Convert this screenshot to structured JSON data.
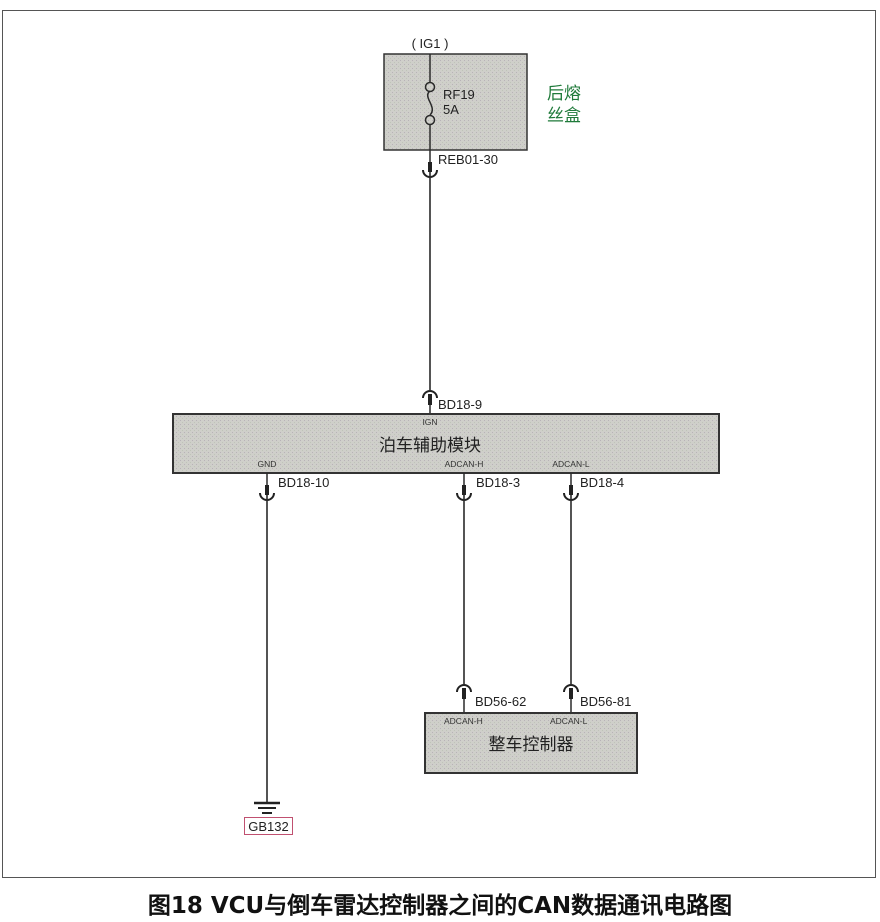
{
  "fuse_box": {
    "supply": "( IG1 )",
    "fuse_id": "RF19",
    "fuse_rating": "5A",
    "name_line1": "后熔",
    "name_line2": "丝盒",
    "output_connector": "REB01-30"
  },
  "parking_module": {
    "name": "泊车辅助模块",
    "ign_connector": "BD18-9",
    "ign_pin": "IGN",
    "gnd_pin": "GND",
    "gnd_connector": "BD18-10",
    "canh_pin": "ADCAN-H",
    "canh_connector": "BD18-3",
    "canl_pin": "ADCAN-L",
    "canl_connector": "BD18-4"
  },
  "vcu": {
    "name": "整车控制器",
    "canh_connector": "BD56-62",
    "canl_connector": "BD56-81",
    "canh_pin": "ADCAN-H",
    "canl_pin": "ADCAN-L"
  },
  "ground": {
    "id": "GB132"
  },
  "caption": "图18 VCU与倒车雷达控制器之间的CAN数据通讯电路图",
  "colors": {
    "box_fill": "#c9c9c4",
    "name_green": "#1f7a3a",
    "wire": "#2a2a2a"
  }
}
